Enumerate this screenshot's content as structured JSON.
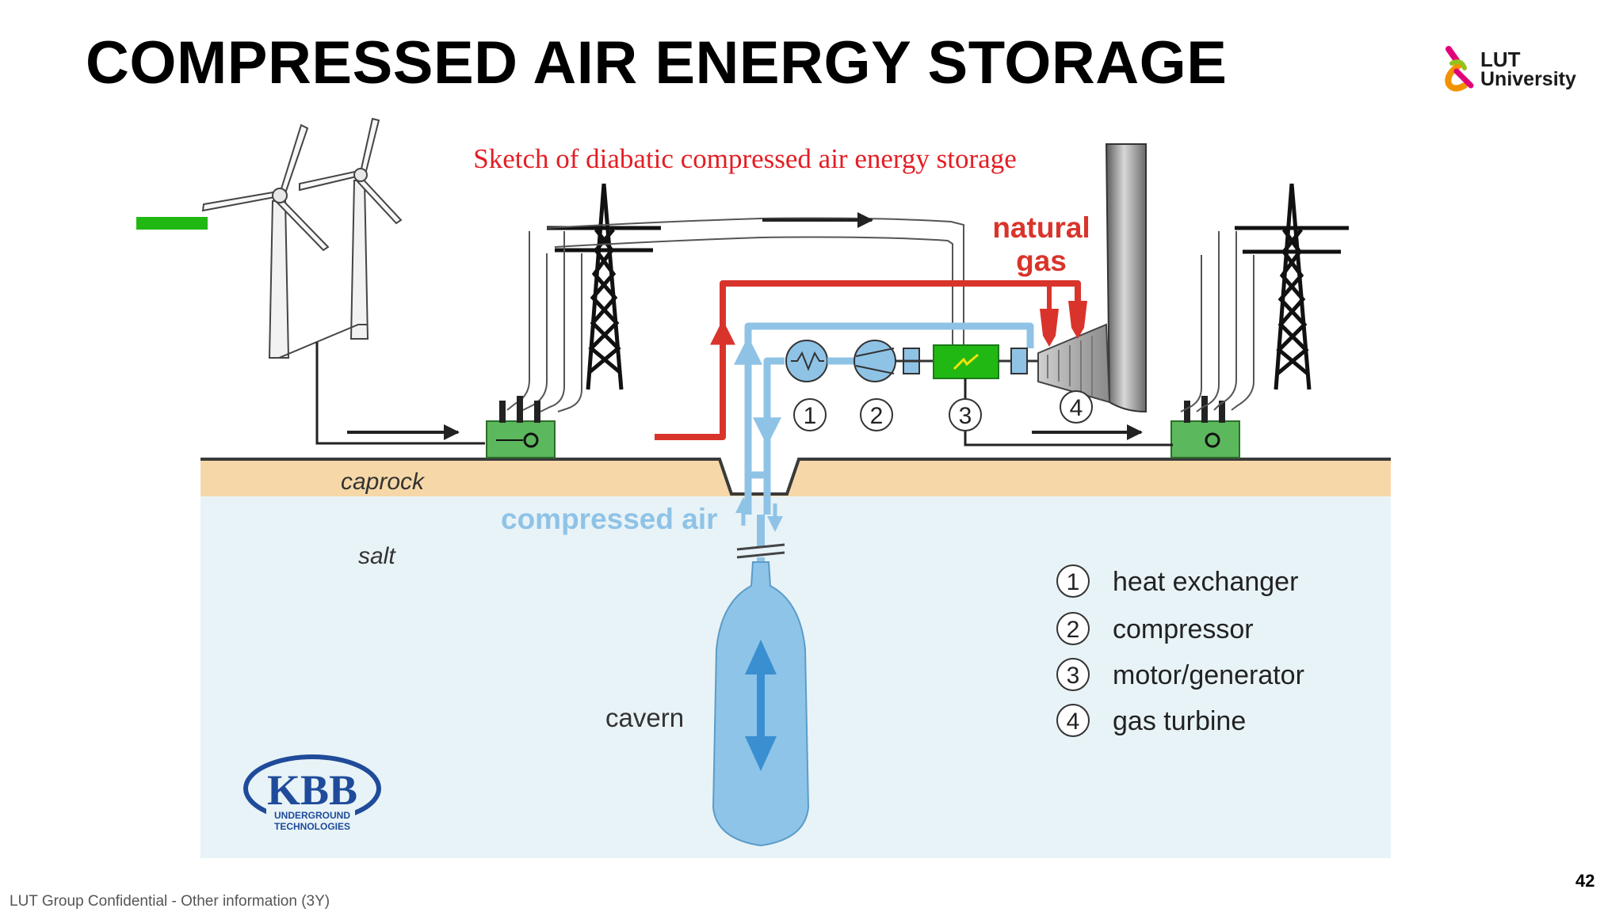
{
  "slide": {
    "title": "COMPRESSED AIR ENERGY STORAGE",
    "footer": "LUT Group Confidential - Other information (3Y)",
    "page_number": "42"
  },
  "logo": {
    "line1": "LUT",
    "line2": "University"
  },
  "diagram": {
    "caption": "Sketch of diabatic compressed air energy storage",
    "labels": {
      "natural_gas_1": "natural",
      "natural_gas_2": "gas",
      "caprock": "caprock",
      "salt": "salt",
      "compressed_air": "compressed air",
      "cavern": "cavern"
    },
    "component_numbers": [
      "1",
      "2",
      "3",
      "4"
    ],
    "legend": [
      {
        "num": "1",
        "label": "heat exchanger"
      },
      {
        "num": "2",
        "label": "compressor"
      },
      {
        "num": "3",
        "label": "motor/generator"
      },
      {
        "num": "4",
        "label": "gas turbine"
      }
    ],
    "kbb": {
      "name": "KBB",
      "line1": "UNDERGROUND",
      "line2": "TECHNOLOGIES"
    }
  },
  "colors": {
    "caption": "#e31e24",
    "natural_gas": "#d9342b",
    "compressed_air": "#8fc3e6",
    "caprock": "#f6d8a8",
    "salt": "#e8f3f8",
    "cavern": "#8ec4e8",
    "transformer": "#5cb85c",
    "green_marker": "#22b814",
    "kbb_blue": "#1f4b9a"
  }
}
